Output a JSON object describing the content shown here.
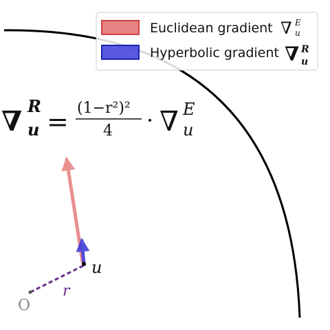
{
  "legend": {
    "items": [
      {
        "label": "Euclidean gradient",
        "symbol": "∇",
        "subscript": "u",
        "superscript": "E",
        "color": "#e06c6c"
      },
      {
        "label": "Hyperbolic gradient",
        "symbol": "∇",
        "subscript": "u",
        "superscript": "R",
        "color": "#3b3bdc"
      }
    ]
  },
  "formula": {
    "lhs_symbol": "∇",
    "lhs_subscript": "u",
    "lhs_superscript": "R",
    "equals": "=",
    "numerator": "(1−r²)²",
    "denominator": "4",
    "dot": "·",
    "rhs_symbol": "∇",
    "rhs_subscript": "u",
    "rhs_superscript": "E"
  },
  "labels": {
    "point": "u",
    "radius": "r",
    "origin": "O"
  },
  "colors": {
    "boundary": "#000000",
    "euclidean_arrow": "#e88a8a",
    "hyperbolic_arrow": "#3f3fd8",
    "radius_line": "#6a2c8c",
    "origin_marker": "#888888"
  }
}
